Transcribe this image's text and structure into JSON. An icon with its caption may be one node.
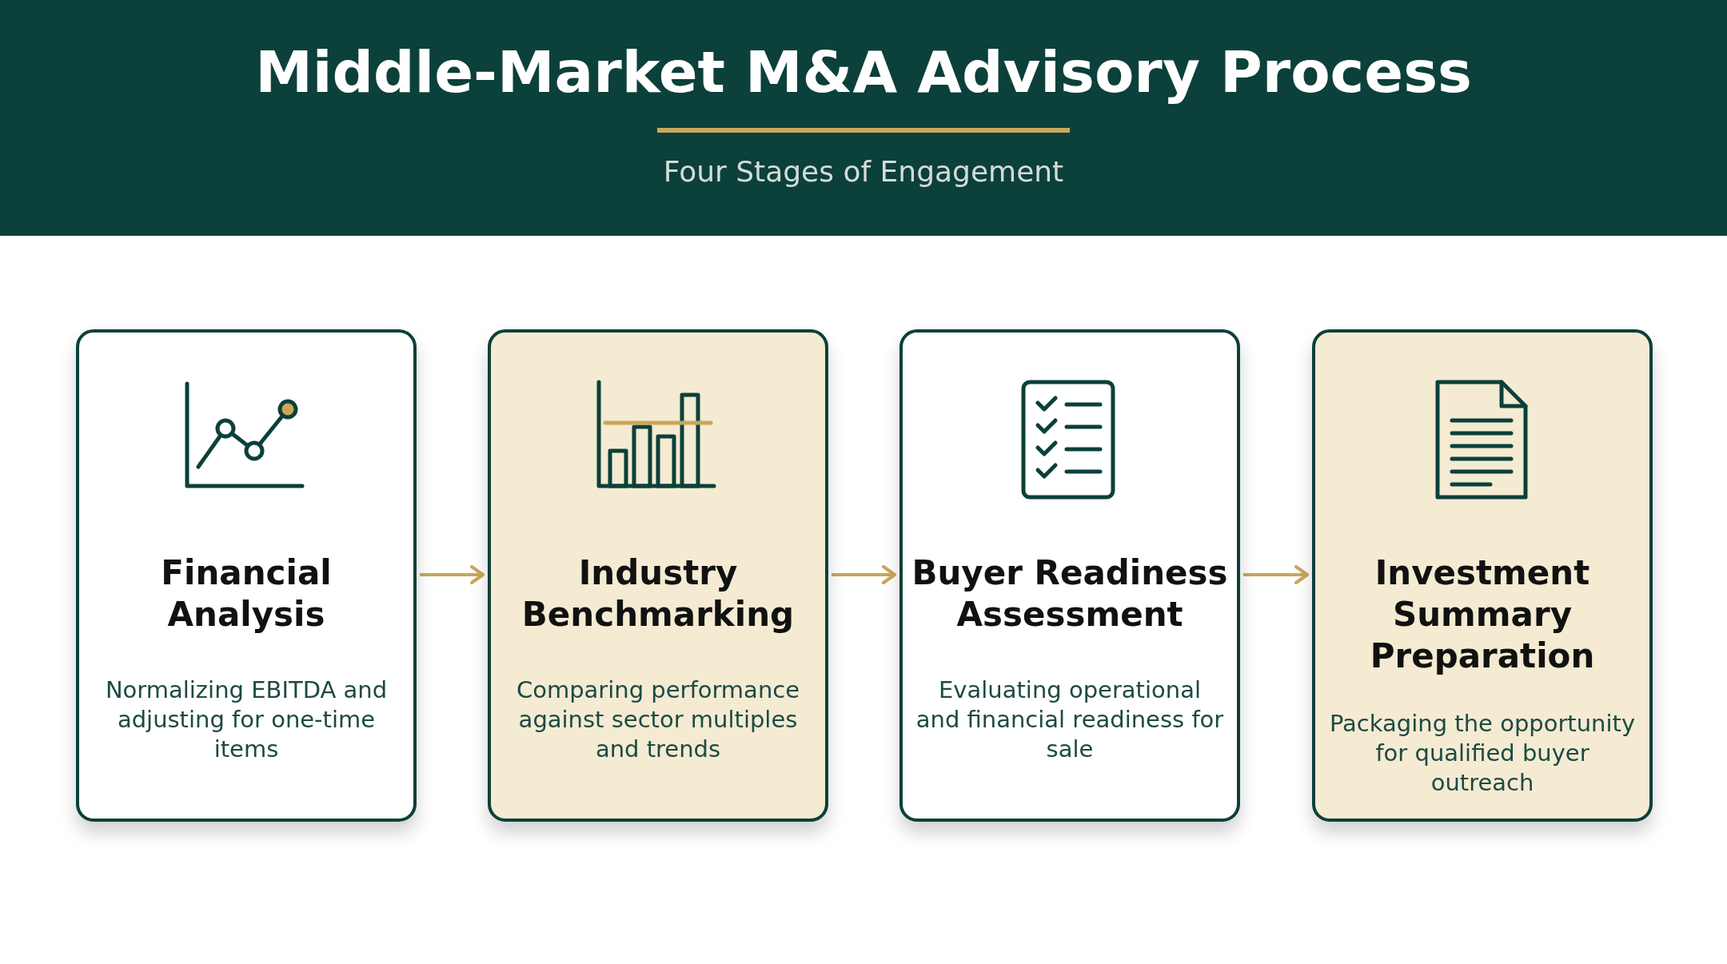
{
  "diagram": {
    "title": "Middle-Market M&A Advisory Process",
    "nodes": [
      {
        "text": [
          "Financial Analysis",
          "Normalizing EBITDA and adjusting for one-time items"
        ]
      },
      {
        "text": [
          "Industry Benchmarking",
          "Comparing performance against sector multiples and trends"
        ]
      },
      {
        "text": [
          "Buyer Readiness Assessment",
          "Evaluating operational and financial readiness for sale"
        ]
      },
      {
        "text": [
          "Investment Summary Preparation",
          "Packaging the opportunity for qualified buyer outreach"
        ]
      }
    ],
    "edges": [
      {
        "from": 0,
        "to": 1,
        "arrow": "to"
      },
      {
        "from": 1,
        "to": 2,
        "arrow": "to"
      },
      {
        "from": 2,
        "to": 3,
        "arrow": "to"
      }
    ],
    "labels": [
      "Four Stages of Engagement"
    ]
  }
}
